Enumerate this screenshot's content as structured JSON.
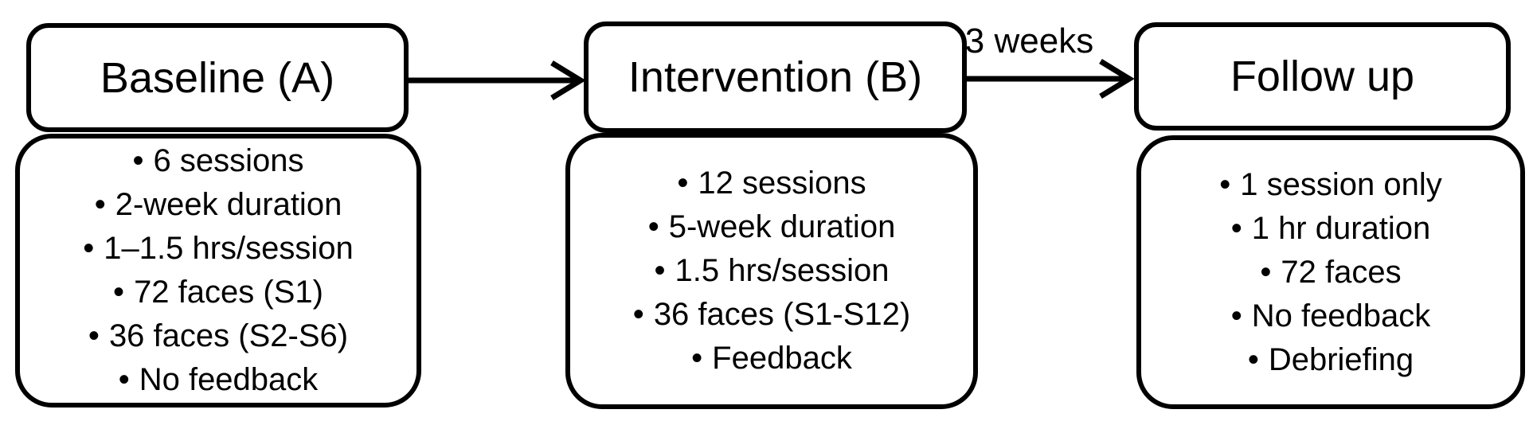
{
  "bullet": "•",
  "phases": [
    {
      "title": "Baseline (A)",
      "items": [
        "6 sessions",
        "2-week duration",
        "1–1.5 hrs/session",
        "72 faces (S1)",
        "36 faces (S2-S6)",
        "No feedback"
      ]
    },
    {
      "title": "Intervention (B)",
      "items": [
        "12 sessions",
        "5-week duration",
        "1.5 hrs/session",
        "36 faces (S1-S12)",
        "Feedback"
      ]
    },
    {
      "title": "Follow up",
      "items": [
        "1 session only",
        "1 hr duration",
        "72 faces",
        "No feedback",
        "Debriefing"
      ]
    }
  ],
  "connectors": [
    {
      "from": "Baseline (A)",
      "to": "Intervention (B)",
      "label": ""
    },
    {
      "from": "Intervention (B)",
      "to": "Follow up",
      "label": "3 weeks"
    }
  ],
  "colors": {
    "line": "#000000",
    "box_fill": "#ffffff",
    "background": "#ffffff"
  }
}
